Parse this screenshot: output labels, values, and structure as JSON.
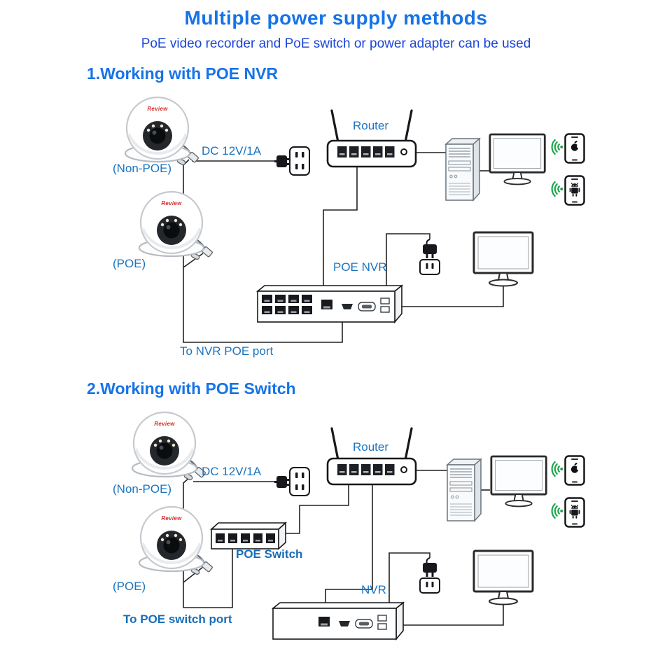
{
  "header": {
    "title": "Multiple power supply methods",
    "subtitle": "PoE video recorder and PoE switch or power adapter can be used"
  },
  "section1": {
    "heading": "1.Working with POE NVR",
    "labels": {
      "non_poe": "(Non-POE)",
      "dc_power": "DC 12V/1A",
      "router": "Router",
      "poe": "(POE)",
      "nvr": "POE NVR",
      "note": "To NVR POE port"
    }
  },
  "section2": {
    "heading": "2.Working with POE Switch",
    "labels": {
      "non_poe": "(Non-POE)",
      "dc_power": "DC 12V/1A",
      "router": "Router",
      "switch": "POE Switch",
      "poe": "(POE)",
      "nvr": "NVR",
      "note": "To POE switch port"
    }
  },
  "devices": {
    "camera_brand": "Review"
  },
  "colors": {
    "heading_blue": "#1673e8",
    "subtitle_blue": "#1c46d6",
    "label_blue": "#1b74c0",
    "bold_label_blue": "#186cb6",
    "camera_brand_red": "#d92b2b",
    "wifi_green": "#1aa64b",
    "cable_dark": "#222222"
  }
}
